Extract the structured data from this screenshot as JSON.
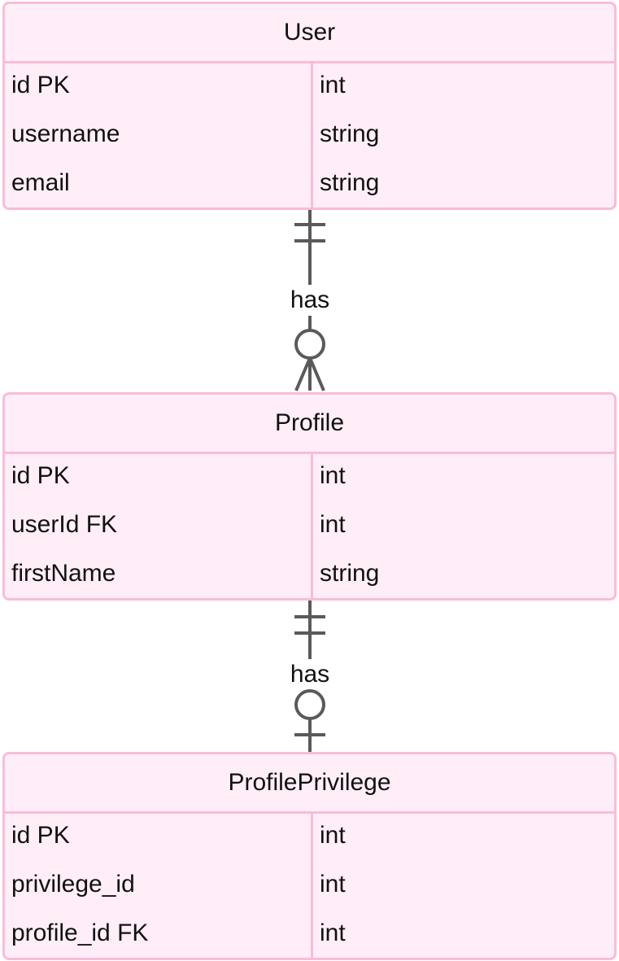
{
  "entities": [
    {
      "name": "User",
      "attributes": [
        {
          "name": "id PK",
          "type": "int"
        },
        {
          "name": "username",
          "type": "string"
        },
        {
          "name": "email",
          "type": "string"
        }
      ]
    },
    {
      "name": "Profile",
      "attributes": [
        {
          "name": "id PK",
          "type": "int"
        },
        {
          "name": "userId FK",
          "type": "int"
        },
        {
          "name": "firstName",
          "type": "string"
        }
      ]
    },
    {
      "name": "ProfilePrivilege",
      "attributes": [
        {
          "name": "id PK",
          "type": "int"
        },
        {
          "name": "privilege_id",
          "type": "int"
        },
        {
          "name": "profile_id FK",
          "type": "int"
        }
      ]
    }
  ],
  "relationships": [
    {
      "from": "User",
      "to": "Profile",
      "label": "has",
      "from_cardinality": "exactly-one",
      "to_cardinality": "zero-or-many"
    },
    {
      "from": "Profile",
      "to": "ProfilePrivilege",
      "label": "has",
      "from_cardinality": "exactly-one",
      "to_cardinality": "zero-or-one"
    }
  ],
  "colors": {
    "entity_fill": "#ffeef8",
    "entity_border": "#f9bcd8",
    "connector": "#5a5a5a",
    "text": "#111111"
  }
}
